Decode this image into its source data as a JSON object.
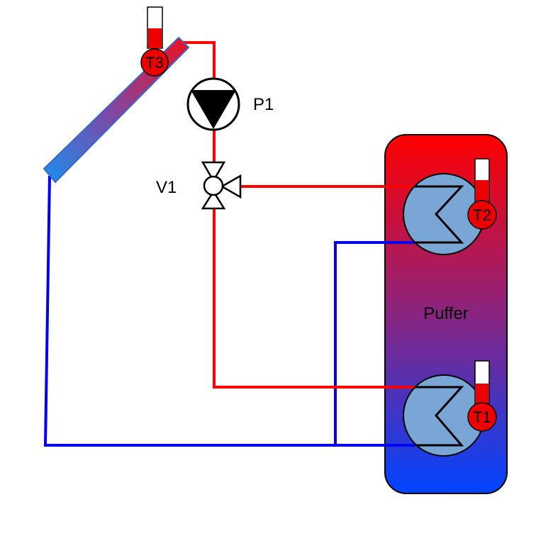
{
  "labels": {
    "pump": "P1",
    "valve": "V1",
    "tank": "Puffer",
    "sensor_collector": "T3",
    "sensor_top": "T2",
    "sensor_bottom": "T1"
  },
  "colors": {
    "hot_line": "#ff0000",
    "cold_line": "#0000ee",
    "tank_top": "#ff0000",
    "tank_bottom": "#0044ff",
    "coil_fill": "#7aa6d6",
    "sensor_red": "#ee0000"
  }
}
